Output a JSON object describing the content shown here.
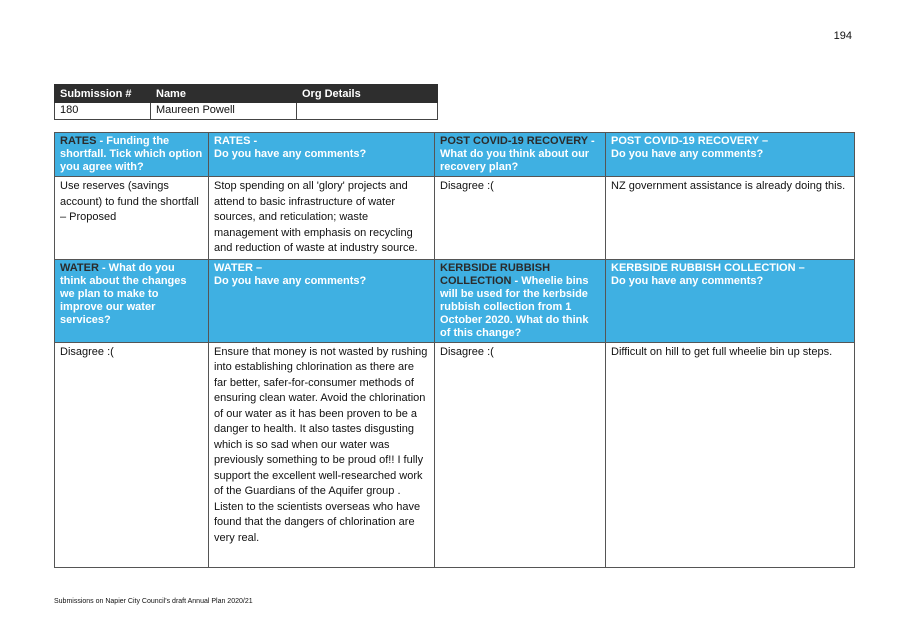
{
  "page_number": "194",
  "submission": {
    "headers": [
      "Submission #",
      "Name",
      "Org Details"
    ],
    "number": "180",
    "name": "Maureen Powell",
    "org": ""
  },
  "section1": {
    "rates_funding": {
      "accent": "RATES",
      "rest": " - Funding the shortfall. Tick which option you agree with?"
    },
    "rates_comments": {
      "line1": "RATES -",
      "line2": "Do you have any comments?"
    },
    "covid_plan": {
      "accent": "POST COVID-19 RECOVERY",
      "rest": " - What do you think about our recovery plan?"
    },
    "covid_comments": {
      "line1": "POST COVID-19 RECOVERY –",
      "line2": "Do you have any comments?"
    },
    "answers": {
      "rates_option": "Use reserves (savings account) to fund the shortfall – Proposed",
      "rates_comment": "Stop spending on all 'glory' projects and attend to basic infrastructure  of water sources, and reticulation; waste management with emphasis on recycling and reduction of waste at industry source.",
      "covid_plan": "Disagree :(",
      "covid_comment": "NZ government assistance is already doing this."
    }
  },
  "section2": {
    "water_changes": {
      "accent": "WATER",
      "rest": " - What do you think about the changes we plan to make to improve our water services?"
    },
    "water_comments": {
      "line1": "WATER –",
      "line2": "Do you have any comments?"
    },
    "kerbside_change": {
      "accent": "KERBSIDE RUBBISH COLLECTION",
      "rest": " - Wheelie bins will be used for the kerbside rubbish collection from 1 October 2020. What do think of this change?"
    },
    "kerbside_comments": {
      "line1": "KERBSIDE RUBBISH COLLECTION –",
      "line2": "Do you have any comments?"
    },
    "answers": {
      "water_changes": "Disagree :(",
      "water_comment": "Ensure that money is not wasted by rushing into establishing  chlorination as there are far better, safer-for-consumer methods of ensuring clean water. Avoid the chlorination of our water as it has been proven to be a danger to health.  It also tastes disgusting which is so sad when our water was previously something to be proud of!!  I fully support the excellent well-researched work of the Guardians of the Aquifer group . Listen to the scientists overseas who have found that the dangers of chlorination are very real.",
      "kerbside_change": "Disagree :(",
      "kerbside_comment": "Difficult on hill to get full wheelie bin up steps."
    }
  },
  "footer": "Submissions on Napier City Council's draft Annual Plan 2020/21",
  "colors": {
    "header_blue": "#3fb0e2",
    "header_dark": "#2e2e2e"
  }
}
